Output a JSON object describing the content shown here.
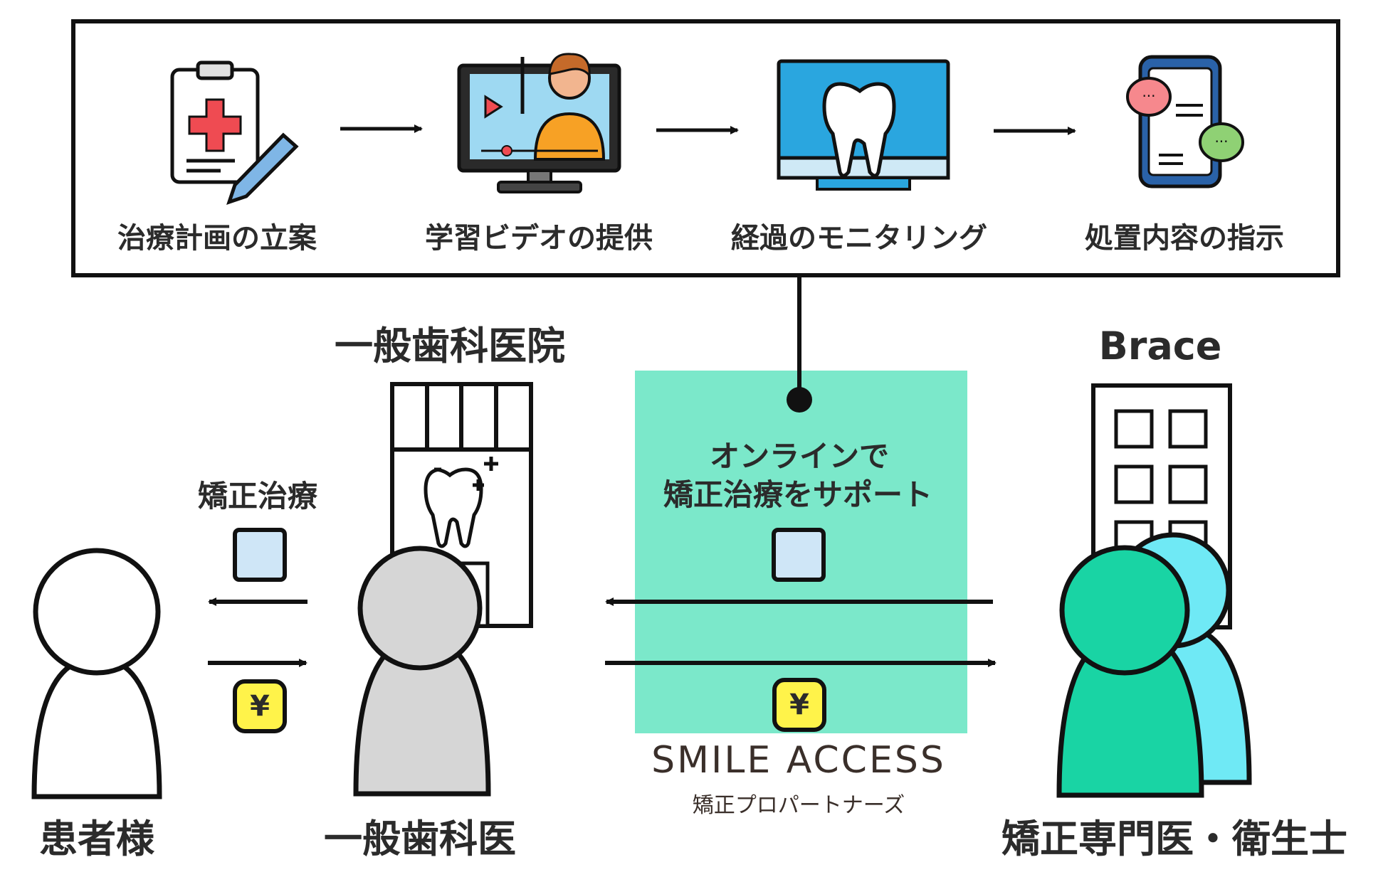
{
  "flow": {
    "steps": [
      {
        "label": "治療計画の立案",
        "icon": "clipboard-plan-icon"
      },
      {
        "label": "学習ビデオの提供",
        "icon": "video-lesson-icon"
      },
      {
        "label": "経過のモニタリング",
        "icon": "tooth-monitor-icon"
      },
      {
        "label": "処置内容の指示",
        "icon": "phone-chat-icon"
      }
    ]
  },
  "clinic_building_label": "一般歯科医院",
  "brace_building_label": "Brace",
  "center": {
    "line1": "オンラインで",
    "line2": "矯正治療をサポート",
    "yen": "¥"
  },
  "left": {
    "service_label": "矯正治療",
    "yen": "¥"
  },
  "people": {
    "patient": "患者様",
    "dentist": "一般歯科医",
    "specialist": "矯正専門医・衛生士"
  },
  "brand": {
    "name": "SMILE ACCESS",
    "sub": "矯正プロパートナーズ"
  },
  "colors": {
    "green_panel": "#7BE8CA",
    "specialist_front": "#19D4A4",
    "specialist_back": "#6FE9F5",
    "dentist": "#D6D6D6",
    "document_box": "#CFE6F7",
    "yen_box": "#FFF34A"
  }
}
